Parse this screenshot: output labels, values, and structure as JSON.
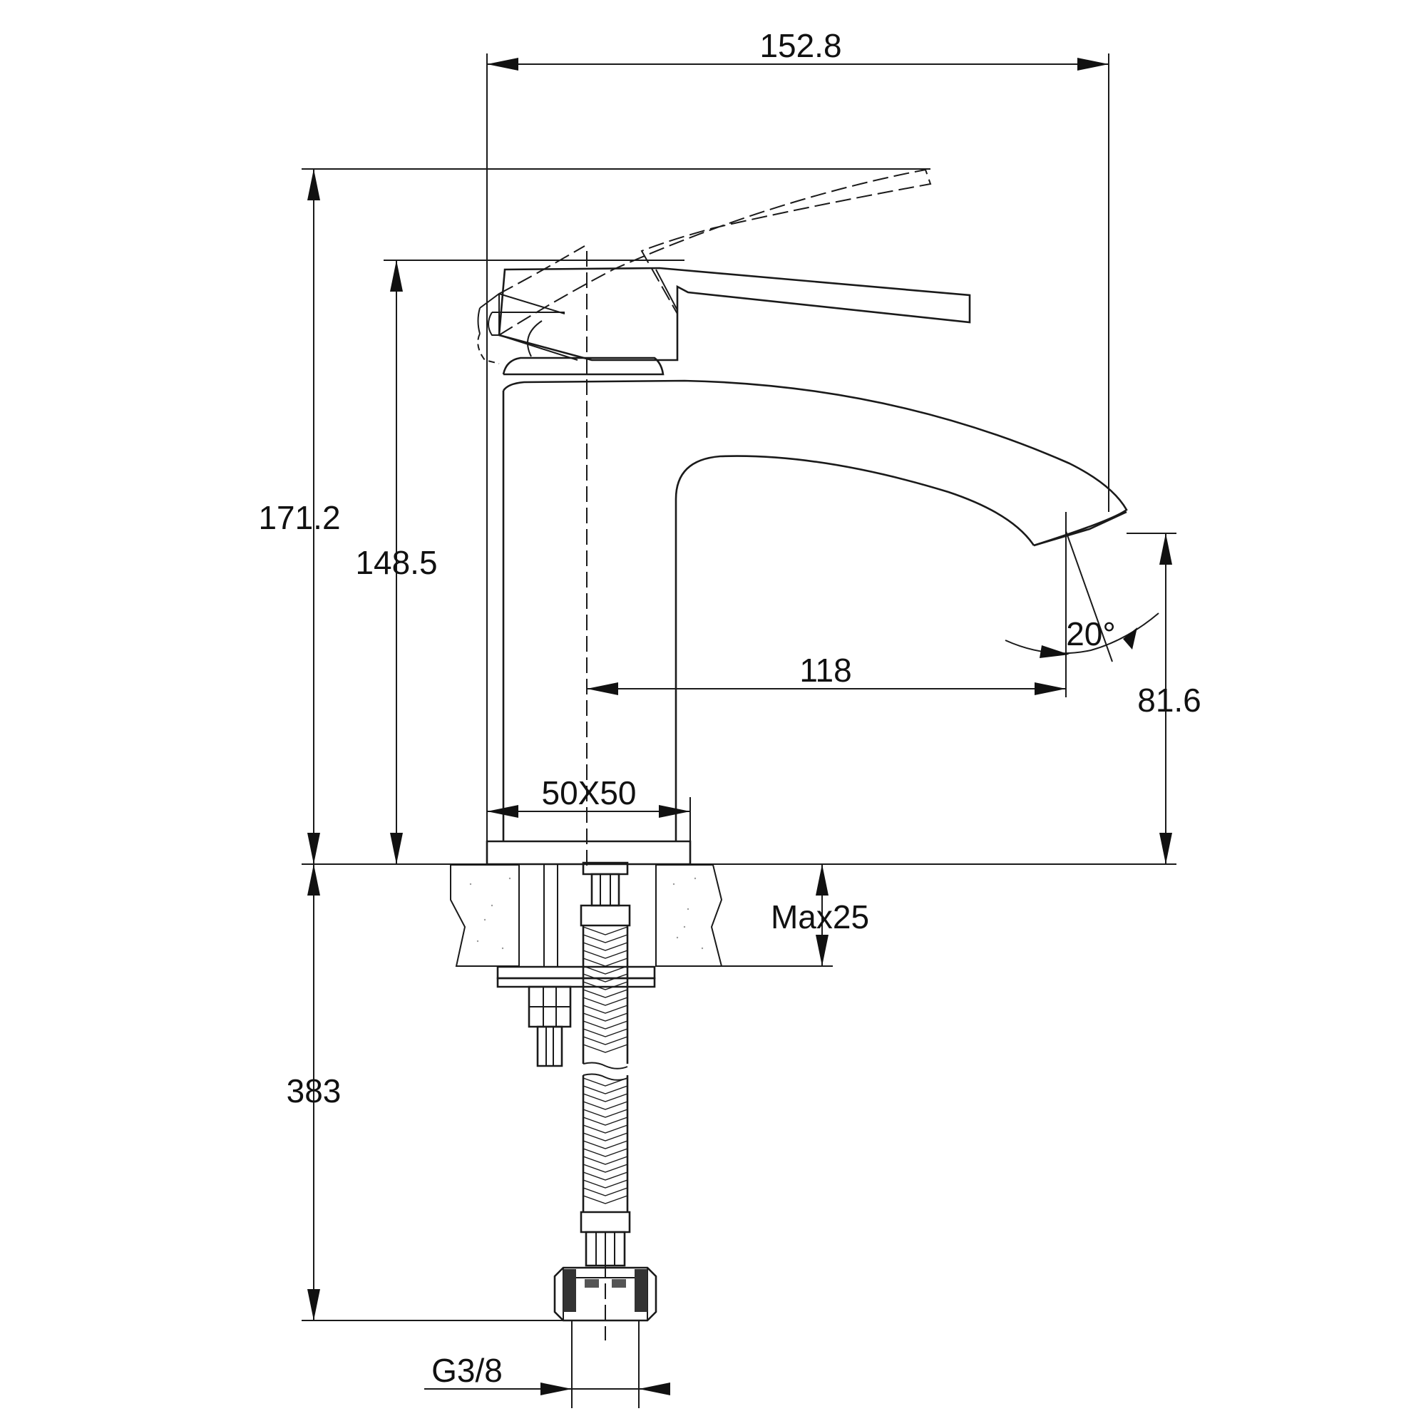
{
  "drawing": {
    "dimensions": {
      "total_width": "152.8",
      "total_height": "171.2",
      "handle_height": "148.5",
      "spout_height": "81.6",
      "spout_reach": "118",
      "base_size": "50X50",
      "spout_angle": "20°",
      "max_counter_thickness": "Max25",
      "hose_length": "383",
      "connection_thread": "G3/8"
    },
    "line_color": "#1a1a1a",
    "background_color": "#ffffff"
  }
}
